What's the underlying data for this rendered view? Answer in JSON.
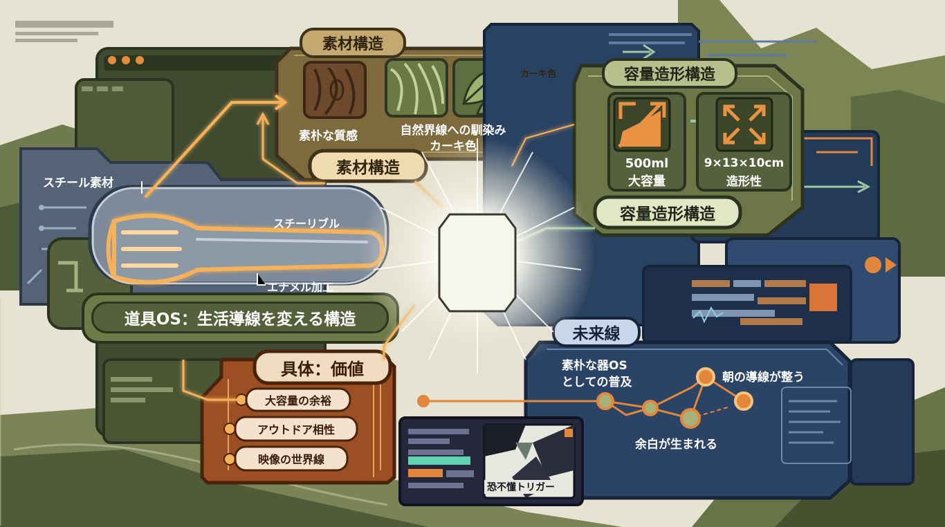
{
  "material": {
    "title": "素材構造",
    "subtitle": "素材構造",
    "khaki_tag": "カーキ色",
    "texture_caption": "素朴な質感",
    "boundary_caption_line1": "自然界線への馴染み",
    "boundary_caption_line2": "カーキ色"
  },
  "capacity": {
    "title": "容量造形構造",
    "subtitle": "容量造形構造",
    "volume_line1": "500ml",
    "volume_line2": "大容量",
    "size_line1": "9×13×10cm",
    "size_line2": "造形性"
  },
  "tool": {
    "steel_label": "スチール素材",
    "spork_label": "スチーリブル",
    "enamel_label": "エナメル加工",
    "os_title": "道具OS：生活導線を変える構造"
  },
  "value": {
    "title": "具体：価値",
    "items": [
      "大容量の余裕",
      "アウトドア相性",
      "映像の世界線"
    ]
  },
  "future": {
    "title": "未来線",
    "spread_line1": "素朴な器OS",
    "spread_line2": "としての普及",
    "morning": "朝の導線が整う",
    "margin": "余白が生まれる"
  },
  "media": {
    "caption": "恐不懂トリガー"
  },
  "colors": {
    "background": "#e6e3d3",
    "olive_panel": "#6f7446",
    "navy_panel": "#243a57",
    "rust_panel": "#9c4f22",
    "glow_orange": "#f5b25a",
    "center_glow": "#fbfaf2"
  },
  "icons": [
    "wood-grain-icon",
    "khaki-pattern-icon",
    "leaf-icon",
    "expand-arrows-icon",
    "four-arrows-icon",
    "spork-icon"
  ]
}
